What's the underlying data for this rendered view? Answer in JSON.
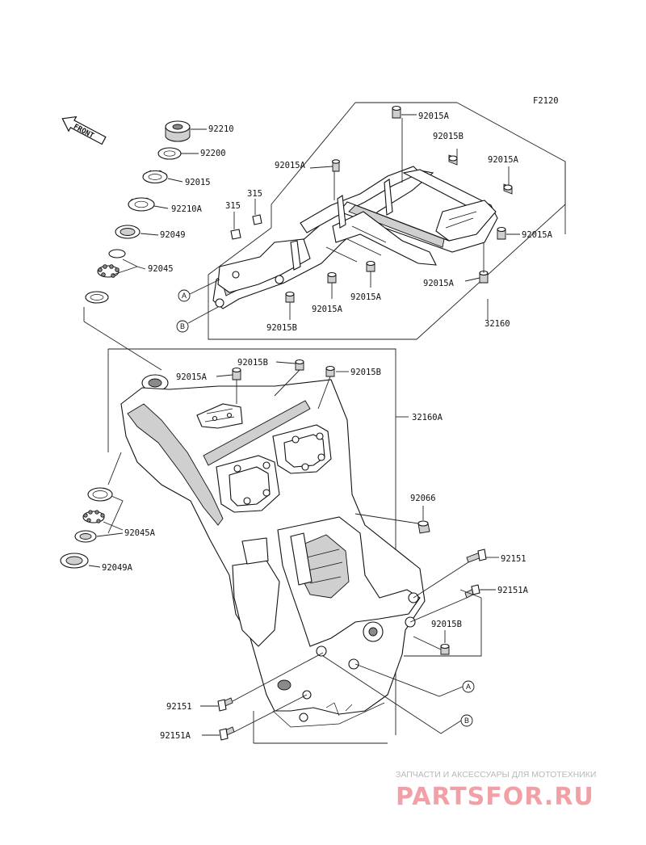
{
  "diagram_code": "F2120",
  "front_marker": "FRONT",
  "refs": {
    "a": "A",
    "b": "B"
  },
  "parts": {
    "p92210": "92210",
    "p92200": "92200",
    "p92015": "92015",
    "p92210a": "92210A",
    "p92049": "92049",
    "p92045": "92045",
    "p315_left": "315",
    "p315_right": "315",
    "sub_92015a_top": "92015A",
    "sub_92015b_top": "92015B",
    "sub_92015a_left": "92015A",
    "sub_92015a_right": "92015A",
    "sub_92015a_rear": "92015A",
    "sub_92015a_bottom": "92015A",
    "sub_92015a_mid1": "92015A",
    "sub_92015a_mid2": "92015A",
    "sub_92015b_bottom": "92015B",
    "p32160": "32160",
    "frame_92015b_top": "92015B",
    "frame_92015a_top": "92015A",
    "frame_92015b_right": "92015B",
    "p32160a": "32160A",
    "p92066": "92066",
    "p92045a": "92045A",
    "p92049a": "92049A",
    "p92151_right": "92151",
    "p92151a_right": "92151A",
    "frame_92015b_lower": "92015B",
    "p92151_left": "92151",
    "p92151a_left": "92151A"
  },
  "watermark": {
    "subtitle": "ЗАПЧАСТИ И АКСЕССУАРЫ ДЛЯ МОТОТЕХНИКИ",
    "brand": "PARTSFOR.RU"
  }
}
